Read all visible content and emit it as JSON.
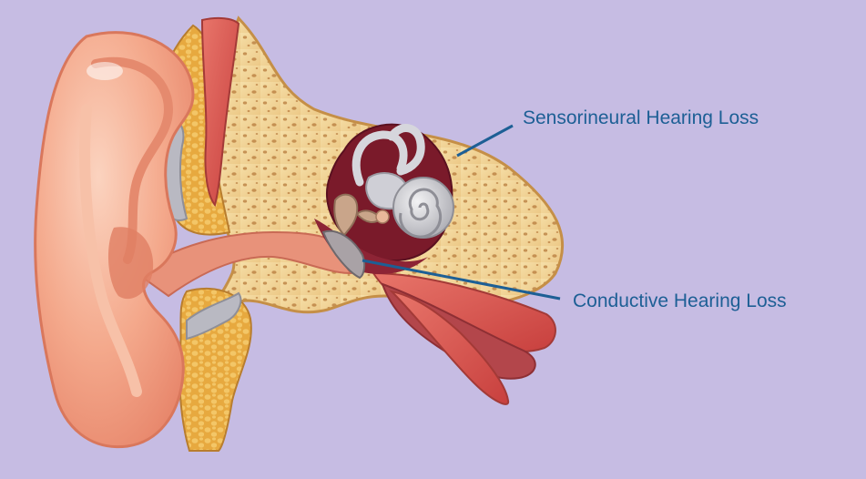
{
  "diagram": {
    "background_color": "#c6bce3",
    "label_color": "#1d5f95",
    "callouts": {
      "sensorineural": "Sensorineural Hearing Loss",
      "conductive": "Conductive Hearing Loss"
    },
    "parts": [
      {
        "name": "outer-ear",
        "color": "#f4a98c"
      },
      {
        "name": "ear-canal",
        "color": "#e8927a"
      },
      {
        "name": "skull-bone",
        "color": "#f0d49a"
      },
      {
        "name": "fat-tissue",
        "color": "#e8b04a"
      },
      {
        "name": "muscle",
        "color": "#d9534f"
      },
      {
        "name": "middle-ear-cavity",
        "color": "#7a1a2a"
      },
      {
        "name": "cochlea",
        "color": "#cfcfd4"
      },
      {
        "name": "ossicles",
        "color": "#c9a58a"
      },
      {
        "name": "eardrum",
        "color": "#a9a2a6"
      }
    ]
  }
}
